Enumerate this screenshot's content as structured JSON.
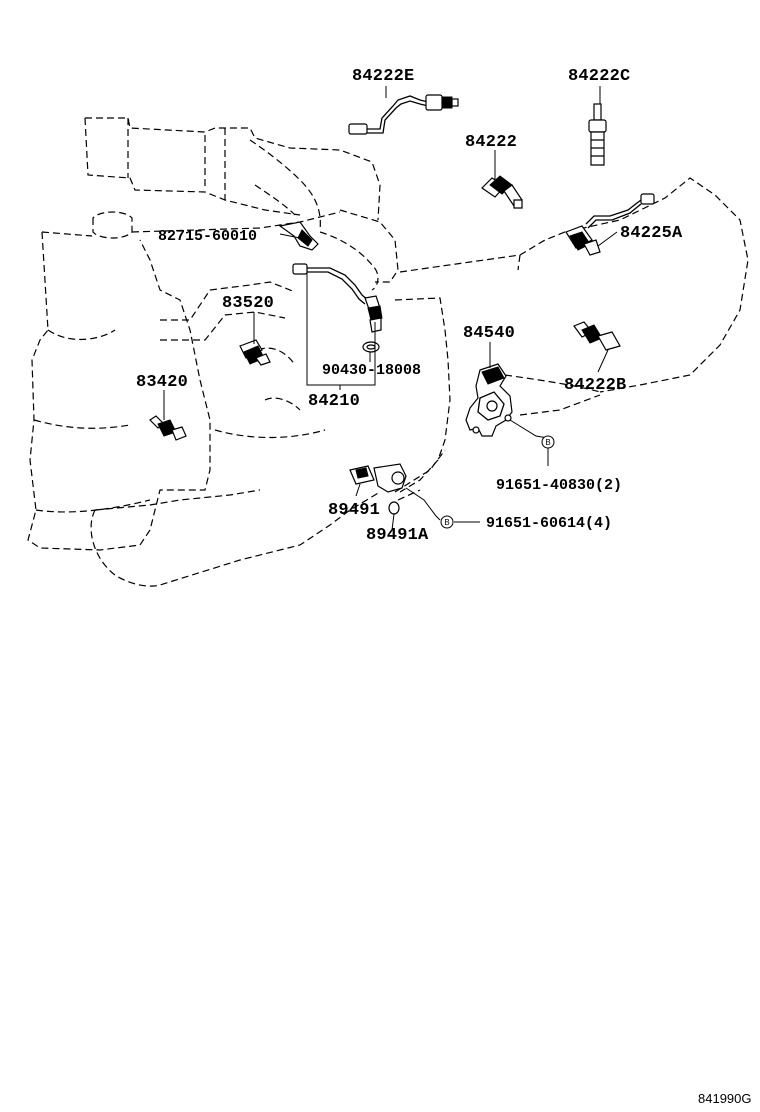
{
  "parts": {
    "p84222E": "84222E",
    "p84222C": "84222C",
    "p84222": "84222",
    "p82715": "82715-60010",
    "p84225A": "84225A",
    "p83520": "83520",
    "p84540": "84540",
    "p90430": "90430-18008",
    "p84222B": "84222B",
    "p83420": "83420",
    "p84210": "84210",
    "p91651_40830": "91651-40830(2)",
    "p89491": "89491",
    "p91651_60614": "91651-60614(4)",
    "p89491A": "89491A"
  },
  "bolt_mark": "B",
  "drawing_ref": "841990G"
}
